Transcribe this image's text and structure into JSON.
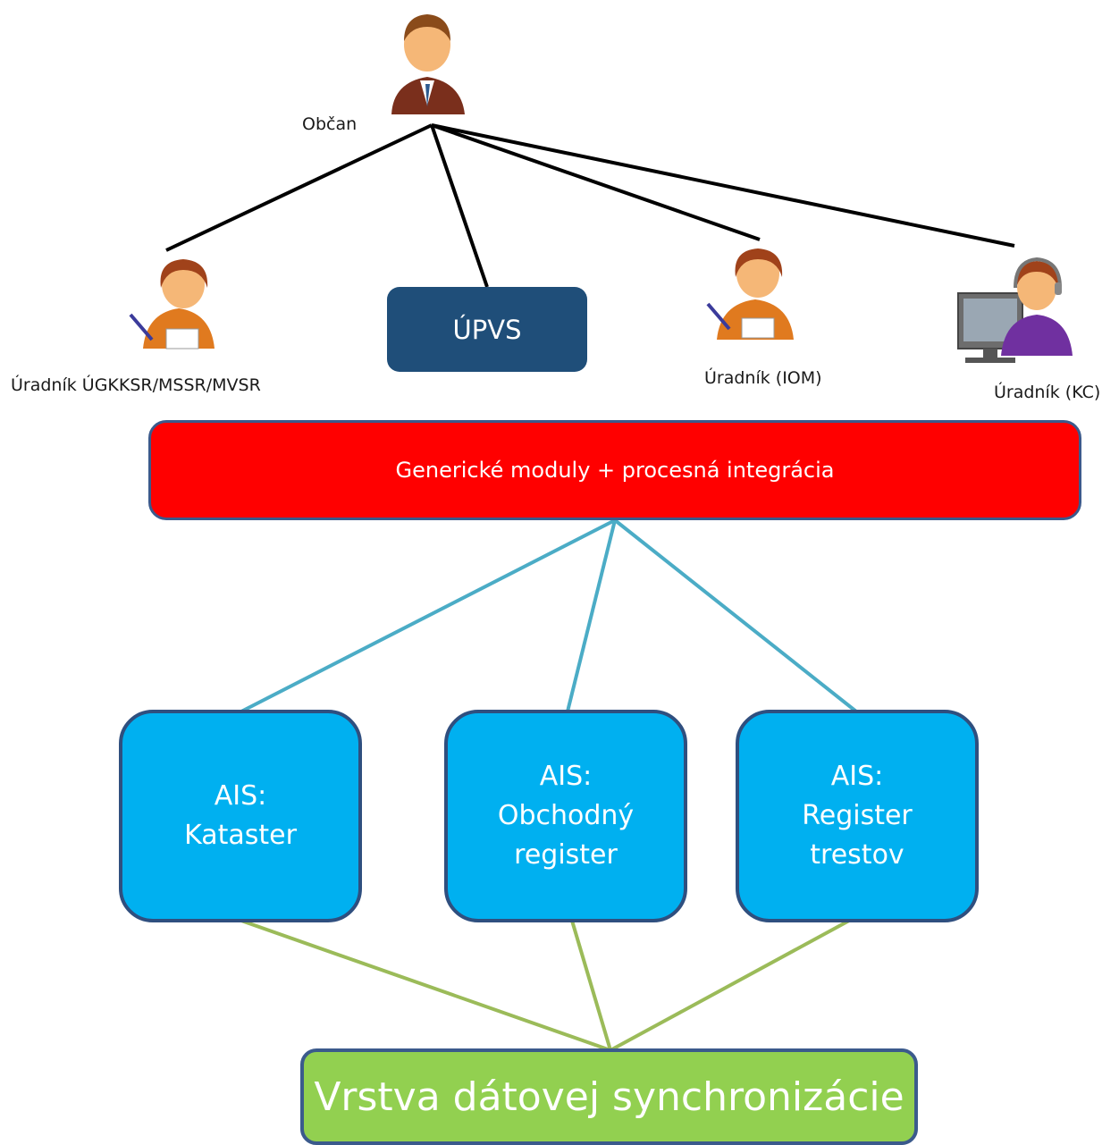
{
  "actors": {
    "citizen": {
      "label": "Občan",
      "icon": "businessman-icon"
    },
    "clerk_main": {
      "label": "Úradník ÚGKKSR/MSSR/MVSR",
      "icon": "clerk-writing-icon"
    },
    "upvs": {
      "label": "ÚPVS"
    },
    "clerk_iom": {
      "label": "Úradník (IOM)",
      "icon": "clerk-writing-icon"
    },
    "clerk_kc": {
      "label": "Úradník (KC)",
      "icon": "call-center-agent-icon"
    }
  },
  "integration_layer": {
    "label": "Generické moduly + procesná integrácia"
  },
  "ais_systems": [
    {
      "lines": [
        "AIS:",
        "Kataster"
      ]
    },
    {
      "lines": [
        "AIS:",
        "Obchodný",
        "register"
      ]
    },
    {
      "lines": [
        "AIS:",
        "Register",
        "trestov"
      ]
    }
  ],
  "sync_layer": {
    "label": "Vrstva dátovej synchronizácie"
  },
  "colors": {
    "integration": "#ff0000",
    "ais": "#00b0f0",
    "sync": "#92d050",
    "upvs": "#1f4e79",
    "top_connectors": "#000000",
    "middle_connectors": "#4bacc6",
    "bottom_connectors": "#9bbb59"
  }
}
